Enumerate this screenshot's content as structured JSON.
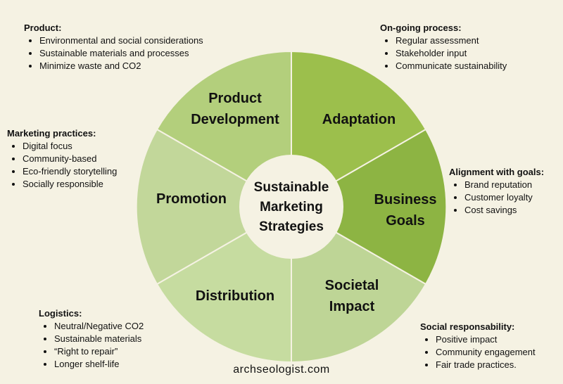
{
  "center": {
    "line1": "Sustainable",
    "line2": "Marketing",
    "line3": "Strategies"
  },
  "segments": {
    "product_development": {
      "line1": "Product",
      "line2": "Development",
      "color": "#b3cf7c"
    },
    "adaptation": {
      "line1": "Adaptation",
      "color": "#9cbf4c"
    },
    "business_goals": {
      "line1": "Business",
      "line2": "Goals",
      "color": "#8db443"
    },
    "societal_impact": {
      "line1": "Societal",
      "line2": "Impact",
      "color": "#bed596"
    },
    "distribution": {
      "line1": "Distribution",
      "color": "#c6dca0"
    },
    "promotion": {
      "line1": "Promotion",
      "color": "#c2d79a"
    }
  },
  "notes": {
    "product": {
      "title": "Product:",
      "items": [
        "Environmental and social considerations",
        "Sustainable materials and processes",
        "Minimize waste and CO2"
      ]
    },
    "marketing": {
      "title": "Marketing practices:",
      "items": [
        "Digital focus",
        "Community-based",
        "Eco-friendly storytelling",
        "Socially responsible"
      ]
    },
    "logistics": {
      "title": "Logistics:",
      "items": [
        "Neutral/Negative CO2",
        "Sustainable materials",
        "“Right to repair”",
        "Longer shelf-life"
      ]
    },
    "ongoing": {
      "title": "On-going process:",
      "items": [
        "Regular assessment",
        "Stakeholder input",
        "Communicate sustainability"
      ]
    },
    "alignment": {
      "title": "Alignment with goals:",
      "items": [
        "Brand reputation",
        "Customer loyalty",
        "Cost savings"
      ]
    },
    "social": {
      "title": "Social responsability:",
      "items": [
        "Positive impact",
        "Community engagement",
        "Fair trade practices."
      ]
    }
  },
  "footer": "archseologist.com"
}
